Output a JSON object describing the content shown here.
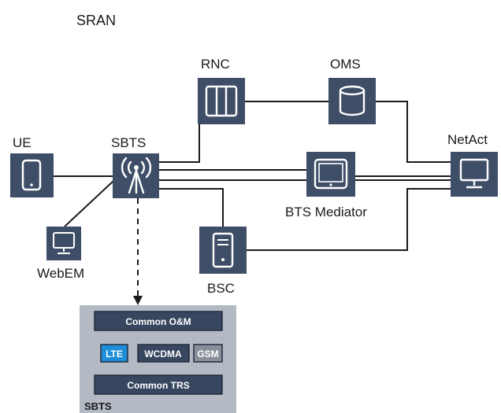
{
  "title": "SRAN",
  "colors": {
    "node_fill": "#3f4e67",
    "line": "#1a1a1a",
    "panel": "#b4bac4",
    "module": "#38475f",
    "module_border": "#222c3c",
    "lte": "#1e8ed8",
    "gsm": "#8a9099"
  },
  "nodes": {
    "ue": {
      "label": "UE",
      "icon": "phone-icon"
    },
    "sbts": {
      "label": "SBTS",
      "icon": "antenna-icon"
    },
    "rnc": {
      "label": "RNC",
      "icon": "rack-icon"
    },
    "oms": {
      "label": "OMS",
      "icon": "database-icon"
    },
    "netact": {
      "label": "NetAct",
      "icon": "monitor-icon"
    },
    "mediator": {
      "label": "BTS Mediator",
      "icon": "tablet-icon"
    },
    "bsc": {
      "label": "BSC",
      "icon": "server-icon"
    },
    "webem": {
      "label": "WebEM",
      "icon": "monitor-icon"
    }
  },
  "sbts_detail": {
    "label": "SBTS",
    "common_om": "Common O&M",
    "lte": "LTE",
    "wcdma": "WCDMA",
    "gsm": "GSM",
    "common_trs": "Common TRS"
  }
}
